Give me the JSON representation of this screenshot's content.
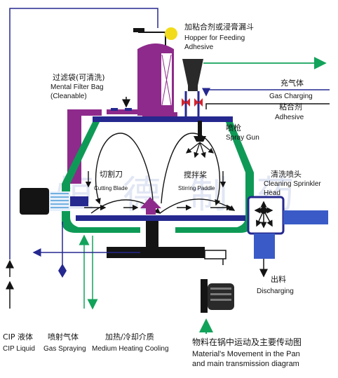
{
  "colors": {
    "purple": "#8e2a8b",
    "green": "#0e9a56",
    "navy": "#25288f",
    "blue_fill": "#3a5bc7",
    "arrow_green": "#12a35a",
    "red_valve": "#d8232a",
    "yellow_sensor": "#f2dc1a",
    "black": "#141414"
  },
  "labels": {
    "hopper_zh": "加粘合剂或浸膏漏斗",
    "hopper_en_1": "Hopper for Feeding",
    "hopper_en_2": "Adhesive",
    "filter_zh": "过滤袋(可清洗)",
    "filter_en_1": "Mental Filter Bag",
    "filter_en_2": "(Cleanable)",
    "gas_zh": "充气体",
    "gas_en": "Gas Charging",
    "adhesive_zh": "粘合剂",
    "adhesive_en": "Adhesive",
    "spray_zh": "喷枪",
    "spray_en": "Spray Gun",
    "cutting_zh": "切割刀",
    "cutting_en": "Cutting Blade",
    "paddle_zh": "搅拌桨",
    "paddle_en": "Stirring Paddle",
    "sprinkler_zh": "清洗喷头",
    "sprinkler_en_1": "Cleaning Sprinkler",
    "sprinkler_en_2": "Head",
    "discharge_zh": "出料",
    "discharge_en": "Discharging",
    "cip_zh": "CIP  液体",
    "cip_en": "CIP Liquid",
    "gasspray_zh": "喷射气体",
    "gasspray_en": "Gas Spraying",
    "heating_zh": "加热/冷却介质",
    "heating_en": "Medium Heating Cooling",
    "caption_zh": "物料在锅中运动及主要传动图",
    "caption_en_1": "Material's Movement in the Pan",
    "caption_en_2": "and main transmission diagram"
  },
  "watermark": "恒 德 制 药"
}
